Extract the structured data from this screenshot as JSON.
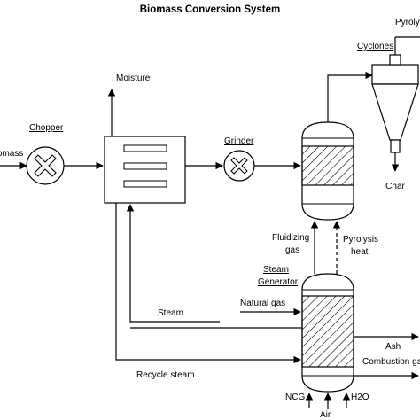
{
  "diagram": {
    "title": "Biomass Conversion System",
    "labels": {
      "biomass": "Biomass",
      "chopper": "Chopper",
      "moisture": "Moisture",
      "grinder": "Grinder",
      "cyclones": "Cyclones",
      "pyrolysis_out": "Pyrolysis",
      "char": "Char",
      "fluidizing": "Fluidizing",
      "gas": "gas",
      "pyrolysis": "Pyrolysis",
      "heat": "heat",
      "steam_generator_1": "Steam",
      "steam_generator_2": "Generator",
      "natural_gas": "Natural gas",
      "steam": "Steam",
      "ash": "Ash",
      "combustion_gas": "Combustion gas",
      "recycle_steam": "Recycle steam",
      "ncg": "NCG",
      "air": "Air",
      "h2o": "H2O"
    }
  }
}
